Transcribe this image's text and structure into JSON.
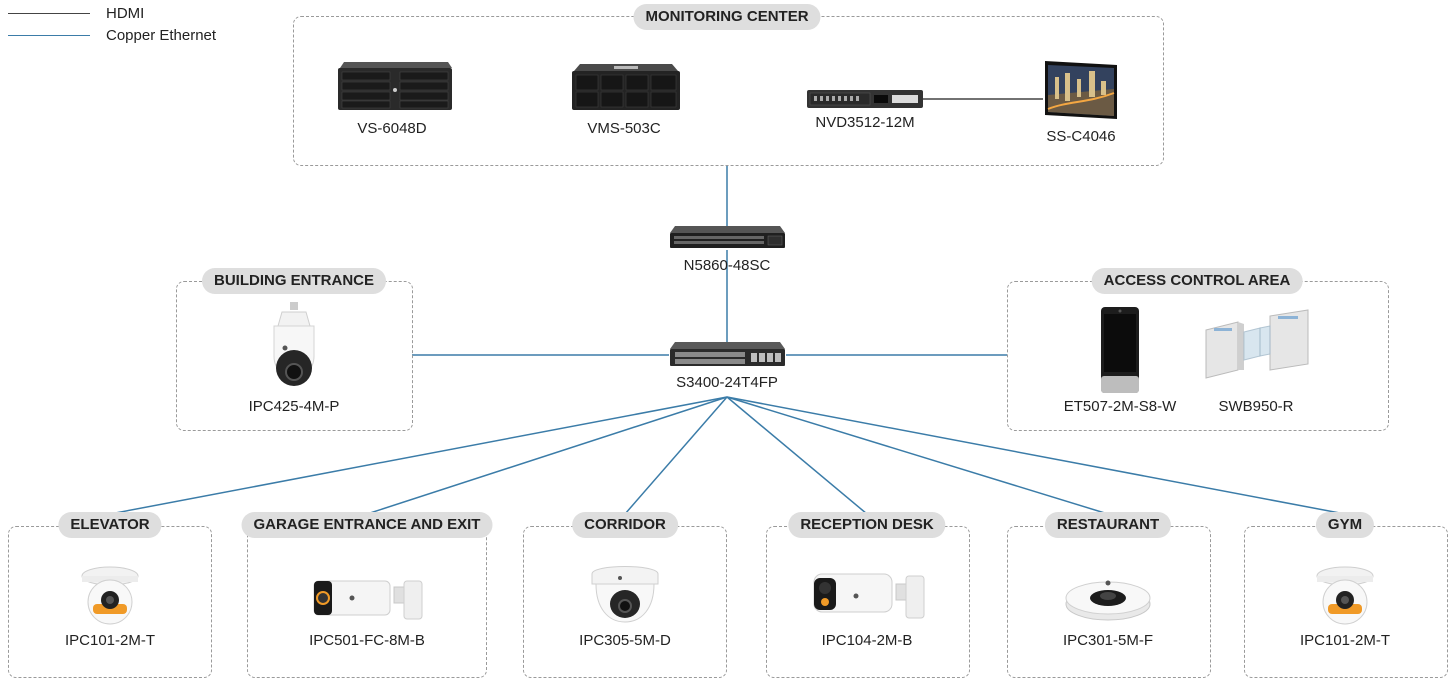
{
  "legend": [
    {
      "label": "HDMI",
      "color": "#444444"
    },
    {
      "label": "Copper Ethernet",
      "color": "#3b7ca8"
    }
  ],
  "zones": {
    "monitoring": {
      "title": "MONITORING CENTER"
    },
    "building": {
      "title": "BUILDING ENTRANCE"
    },
    "access": {
      "title": "ACCESS CONTROL AREA"
    },
    "elevator": {
      "title": "ELEVATOR"
    },
    "garage": {
      "title": "GARAGE ENTRANCE AND EXIT"
    },
    "corridor": {
      "title": "CORRIDOR"
    },
    "reception": {
      "title": "RECEPTION DESK"
    },
    "restaurant": {
      "title": "RESTAURANT"
    },
    "gym": {
      "title": "GYM"
    }
  },
  "devices": {
    "vs": {
      "label": "VS-6048D",
      "icon": "storage-server-icon"
    },
    "vms": {
      "label": "VMS-503C",
      "icon": "vms-server-icon"
    },
    "nvd": {
      "label": "NVD3512-12M",
      "icon": "video-decoder-icon"
    },
    "ss": {
      "label": "SS-C4046",
      "icon": "video-wall-screen-icon"
    },
    "core_switch": {
      "label": "N5860-48SC",
      "icon": "core-switch-icon"
    },
    "poe_switch": {
      "label": "S3400-24T4FP",
      "icon": "poe-switch-icon"
    },
    "ptz": {
      "label": "IPC425-4M-P",
      "icon": "ptz-camera-icon"
    },
    "et": {
      "label": "ET507-2M-S8-W",
      "icon": "face-terminal-icon"
    },
    "swb": {
      "label": "SWB950-R",
      "icon": "swing-gate-icon"
    },
    "elevator_cam": {
      "label": "IPC101-2M-T",
      "icon": "turret-camera-icon"
    },
    "garage_cam": {
      "label": "IPC501-FC-8M-B",
      "icon": "bullet-camera-icon"
    },
    "corridor_cam": {
      "label": "IPC305-5M-D",
      "icon": "dome-camera-icon"
    },
    "reception_cam": {
      "label": "IPC104-2M-B",
      "icon": "bullet-camera-icon"
    },
    "restaurant_cam": {
      "label": "IPC301-5M-F",
      "icon": "fisheye-camera-icon"
    },
    "gym_cam": {
      "label": "IPC101-2M-T",
      "icon": "turret-camera-icon"
    }
  }
}
